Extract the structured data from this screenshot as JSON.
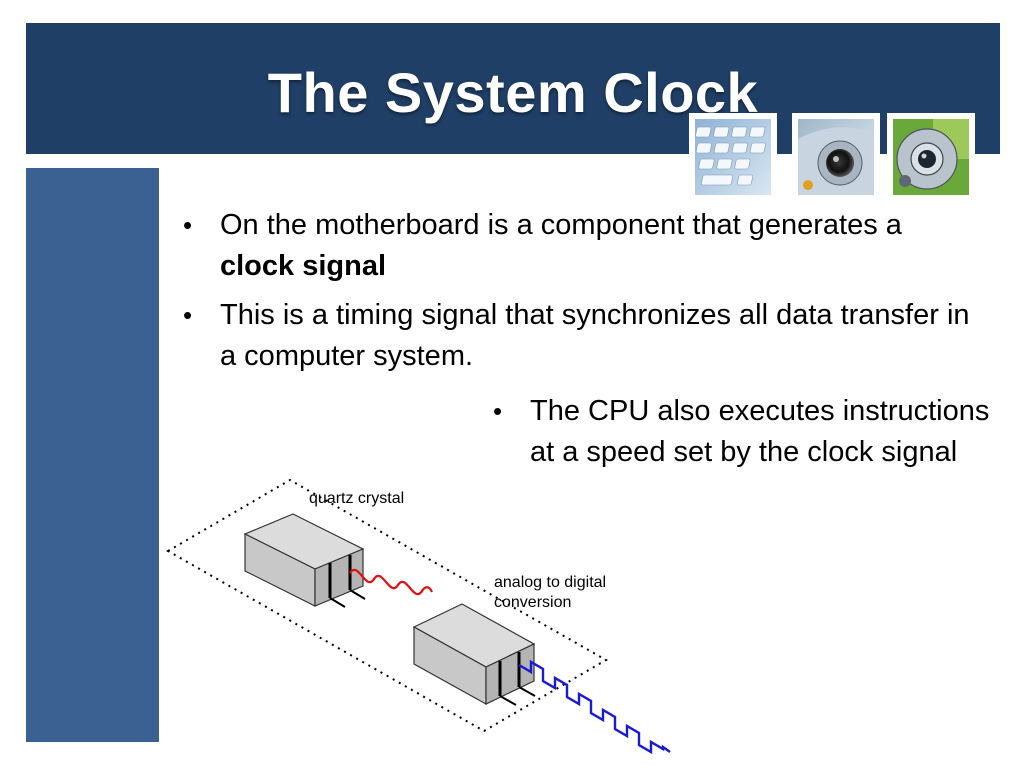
{
  "slide": {
    "title": "The System Clock"
  },
  "bullets_main": [
    {
      "text_before": "On the motherboard is a component that generates a ",
      "bold": "clock signal"
    },
    {
      "text": "This is a timing signal that synchronizes all data transfer in a computer system."
    }
  ],
  "bullets_secondary": [
    {
      "text": "The CPU also executes instructions at a speed set by the clock  signal"
    }
  ],
  "diagram": {
    "label_crystal": "quartz crystal",
    "label_conversion_line1": "analog to digital",
    "label_conversion_line2": "conversion"
  },
  "thumbnails": [
    {
      "icon": "keyboard-photo-icon"
    },
    {
      "icon": "webcam-photo-icon"
    },
    {
      "icon": "camera-lens-photo-icon"
    }
  ],
  "colors": {
    "title_bar": "#1f3f66",
    "side_bar": "#3a6191",
    "analog_wave": "#e01010",
    "digital_wave": "#1a1ad0"
  }
}
